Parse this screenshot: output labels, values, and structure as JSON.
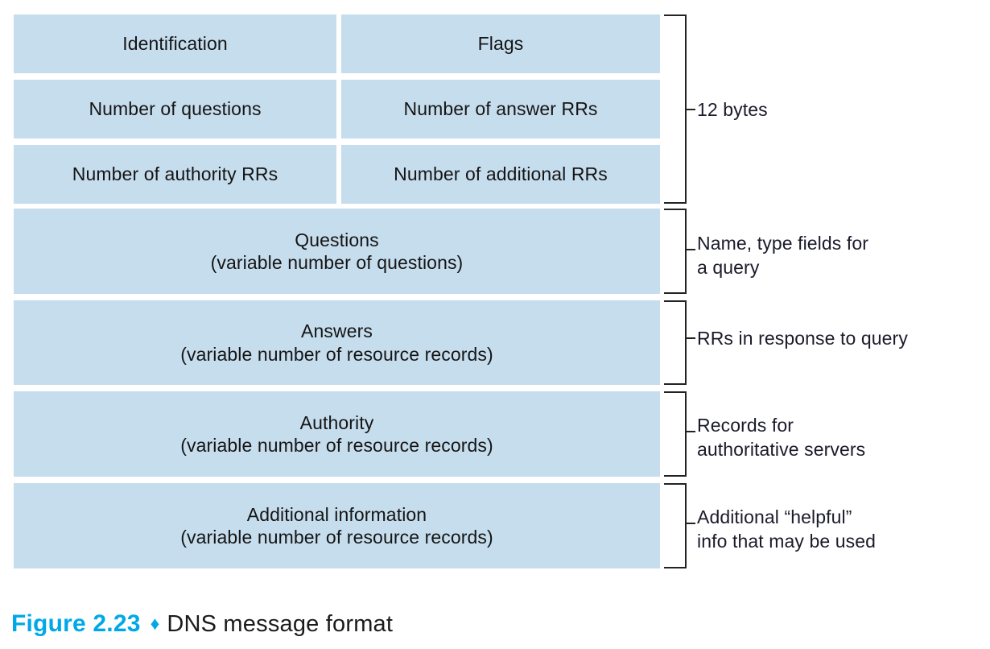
{
  "figure": {
    "caption_number": "Figure 2.23",
    "caption_diamond": "♦",
    "caption_title": "DNS message format",
    "accent_color": "#00a8e8",
    "box_fill_color": "#c6dded",
    "text_color": "#151515",
    "annotation_color": "#1b1b2b",
    "brace_color": "#232323"
  },
  "header_fields": [
    {
      "left": "Identification",
      "right": "Flags"
    },
    {
      "left": "Number of questions",
      "right": "Number of answer RRs"
    },
    {
      "left": "Number of authority RRs",
      "right": "Number of additional RRs"
    }
  ],
  "sections": [
    {
      "title": "Questions",
      "subtitle": "(variable number of questions)"
    },
    {
      "title": "Answers",
      "subtitle": "(variable number of resource records)"
    },
    {
      "title": "Authority",
      "subtitle": "(variable number of resource records)"
    },
    {
      "title": "Additional information",
      "subtitle": "(variable number of resource records)"
    }
  ],
  "annotations": [
    {
      "text": "12 bytes"
    },
    {
      "text": "Name, type fields for\na query"
    },
    {
      "text": "RRs in response to query"
    },
    {
      "text": "Records for\nauthoritative servers"
    },
    {
      "text": "Additional “helpful”\ninfo that may be used"
    }
  ]
}
